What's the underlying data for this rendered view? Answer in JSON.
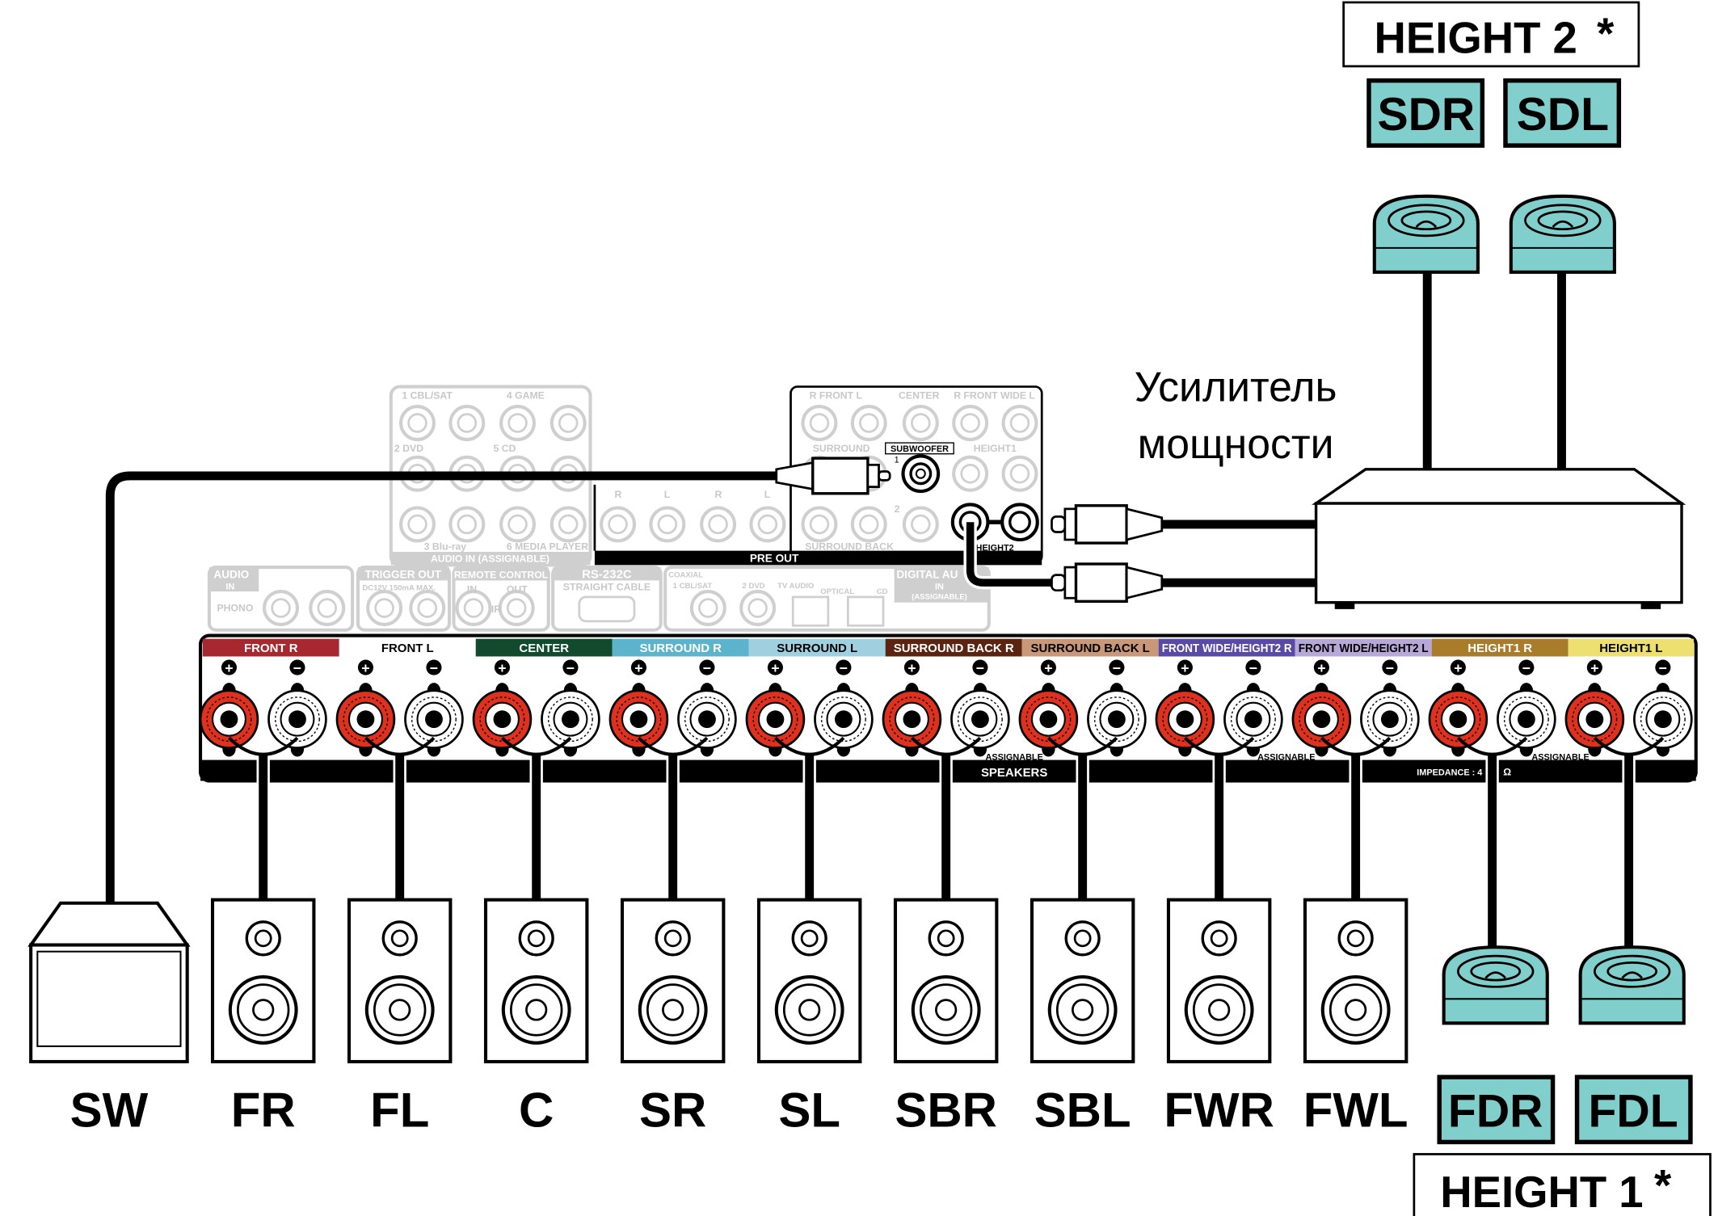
{
  "height2": {
    "title": "HEIGHT 2",
    "asterisk": "*",
    "speakers": [
      "SDR",
      "SDL"
    ]
  },
  "height1": {
    "title": "HEIGHT 1",
    "asterisk": "*",
    "speakers": [
      "FDR",
      "FDL"
    ]
  },
  "amplifier": {
    "line1": "Усилитель",
    "line2": "мощности"
  },
  "floor_speakers": [
    "SW",
    "FR",
    "FL",
    "C",
    "SR",
    "SL",
    "SBR",
    "SBL",
    "FWR",
    "FWL"
  ],
  "colors": {
    "teal": "#80cfcc",
    "red_terminal": "#e0301e",
    "panel_gray": "#cfcfcf"
  },
  "terminal_labels": [
    {
      "text": "FRONT",
      "side": "R",
      "bg": "#a8282f",
      "fg": "#ffffff"
    },
    {
      "text": "FRONT",
      "side": "L",
      "bg": "#ffffff",
      "fg": "#000000"
    },
    {
      "text": "CENTER",
      "side": "",
      "bg": "#124a2e",
      "fg": "#ffffff"
    },
    {
      "text": "SURROUND",
      "side": "R",
      "bg": "#5cb3cc",
      "fg": "#ffffff"
    },
    {
      "text": "SURROUND",
      "side": "L",
      "bg": "#9fd0e0",
      "fg": "#000000"
    },
    {
      "text": "SURROUND BACK",
      "side": "R",
      "bg": "#5a2410",
      "fg": "#ffffff"
    },
    {
      "text": "SURROUND BACK",
      "side": "L",
      "bg": "#c99878",
      "fg": "#000000"
    },
    {
      "text": "FRONT WIDE/HEIGHT2",
      "side": "R",
      "bg": "#5a4aa8",
      "fg": "#ffffff"
    },
    {
      "text": "FRONT WIDE/HEIGHT2",
      "side": "L",
      "bg": "#b8a8d8",
      "fg": "#000000"
    },
    {
      "text": "HEIGHT1",
      "side": "R",
      "bg": "#a87c2a",
      "fg": "#ffffff"
    },
    {
      "text": "HEIGHT1",
      "side": "L",
      "bg": "#eee070",
      "fg": "#000000"
    }
  ],
  "speaker_panel": {
    "plus": "+",
    "minus": "−",
    "assignable": "ASSIGNABLE",
    "speakers": "SPEAKERS",
    "impedance": "IMPEDANCE : 4",
    "ohm": "Ω"
  },
  "receiver_panel": {
    "cbl_sat": "1 CBL/SAT",
    "game": "4 GAME",
    "dvd": "2 DVD",
    "cd": "5 CD",
    "bluray": "3 Blu-ray",
    "media_player": "6 MEDIA PLAYER",
    "audio_in": "AUDIO  IN  (ASSIGNABLE)",
    "pre_out": "PRE OUT",
    "front": "R FRONT L",
    "center": "CENTER",
    "front_wide": "R FRONT WIDE L",
    "surround": "SURROUND",
    "subwoofer": "SUBWOOFER",
    "height1": "HEIGHT1",
    "surround_back": "SURROUND BACK",
    "height2": "HEIGHT2",
    "sub1": "1",
    "sub2": "2",
    "rl": [
      "R",
      "L",
      "R",
      "L"
    ],
    "phono_audio": "AUDIO",
    "phono_in": "IN",
    "phono": "PHONO",
    "trigger_out": "TRIGGER OUT",
    "trigger_spec": "DC12V 150mA MAX.",
    "remote_control": "REMOTE CONTROL",
    "rc_in": "IN",
    "rc_out": "OUT",
    "ir": "IR",
    "rs232c": "RS-232C",
    "straight_cable": "STRAIGHT CABLE",
    "coaxial": "COAXIAL",
    "coax_cbl": "1 CBL/SAT",
    "coax_dvd": "2 DVD",
    "tv_audio": "TV AUDIO",
    "optical": "OPTICAL",
    "opt_cd": "CD",
    "digital_audio": "DIGITAL AU",
    "digital_in": "IN",
    "digital_assignable": "(ASSIGNABLE)"
  }
}
